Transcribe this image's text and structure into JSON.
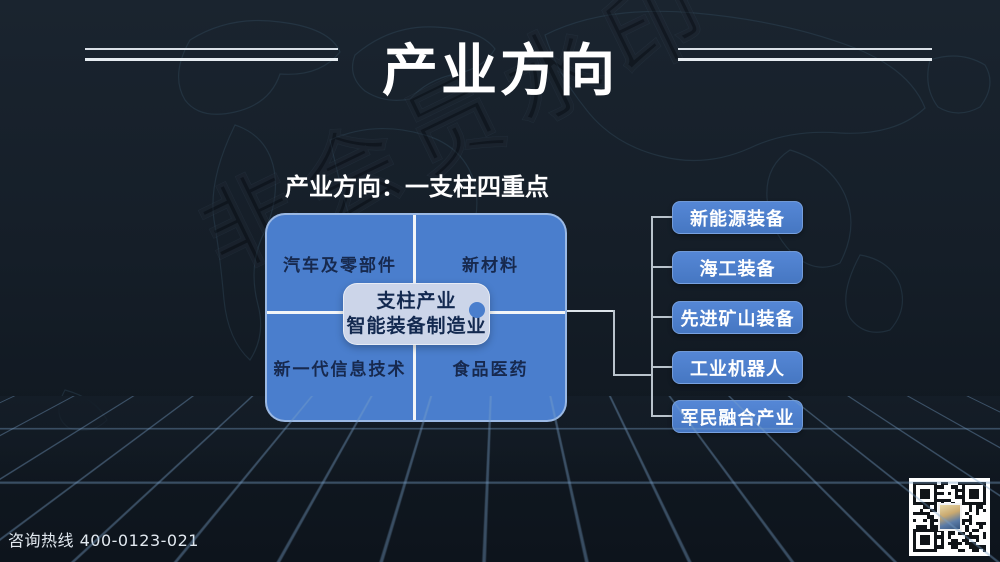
{
  "slide": {
    "title": "产业方向",
    "subtitle_label": "产业方向：",
    "subtitle_value": "一支柱四重点",
    "hotline": "咨询热线 400-0123-021",
    "watermark": "非会员水印"
  },
  "diagram": {
    "quadrants": [
      {
        "label": "汽车及零部件"
      },
      {
        "label": "新材料"
      },
      {
        "label": "新一代信息技术"
      },
      {
        "label": "食品医药"
      }
    ],
    "center": {
      "line1": "支柱产业",
      "line2": "智能装备制造业"
    },
    "right_items": [
      {
        "label": "新能源装备"
      },
      {
        "label": "海工装备"
      },
      {
        "label": "先进矿山装备"
      },
      {
        "label": "工业机器人"
      },
      {
        "label": "军民融合产业"
      }
    ]
  },
  "colors": {
    "background": "#151e28",
    "box_blue": "#4a7ecd",
    "pill_light": "#ccd5e9",
    "text_navy": "#17294e",
    "line_white": "#f2f5f8",
    "connector_gray": "#b9c3cc",
    "grid_blue": "#5a7ba0"
  }
}
